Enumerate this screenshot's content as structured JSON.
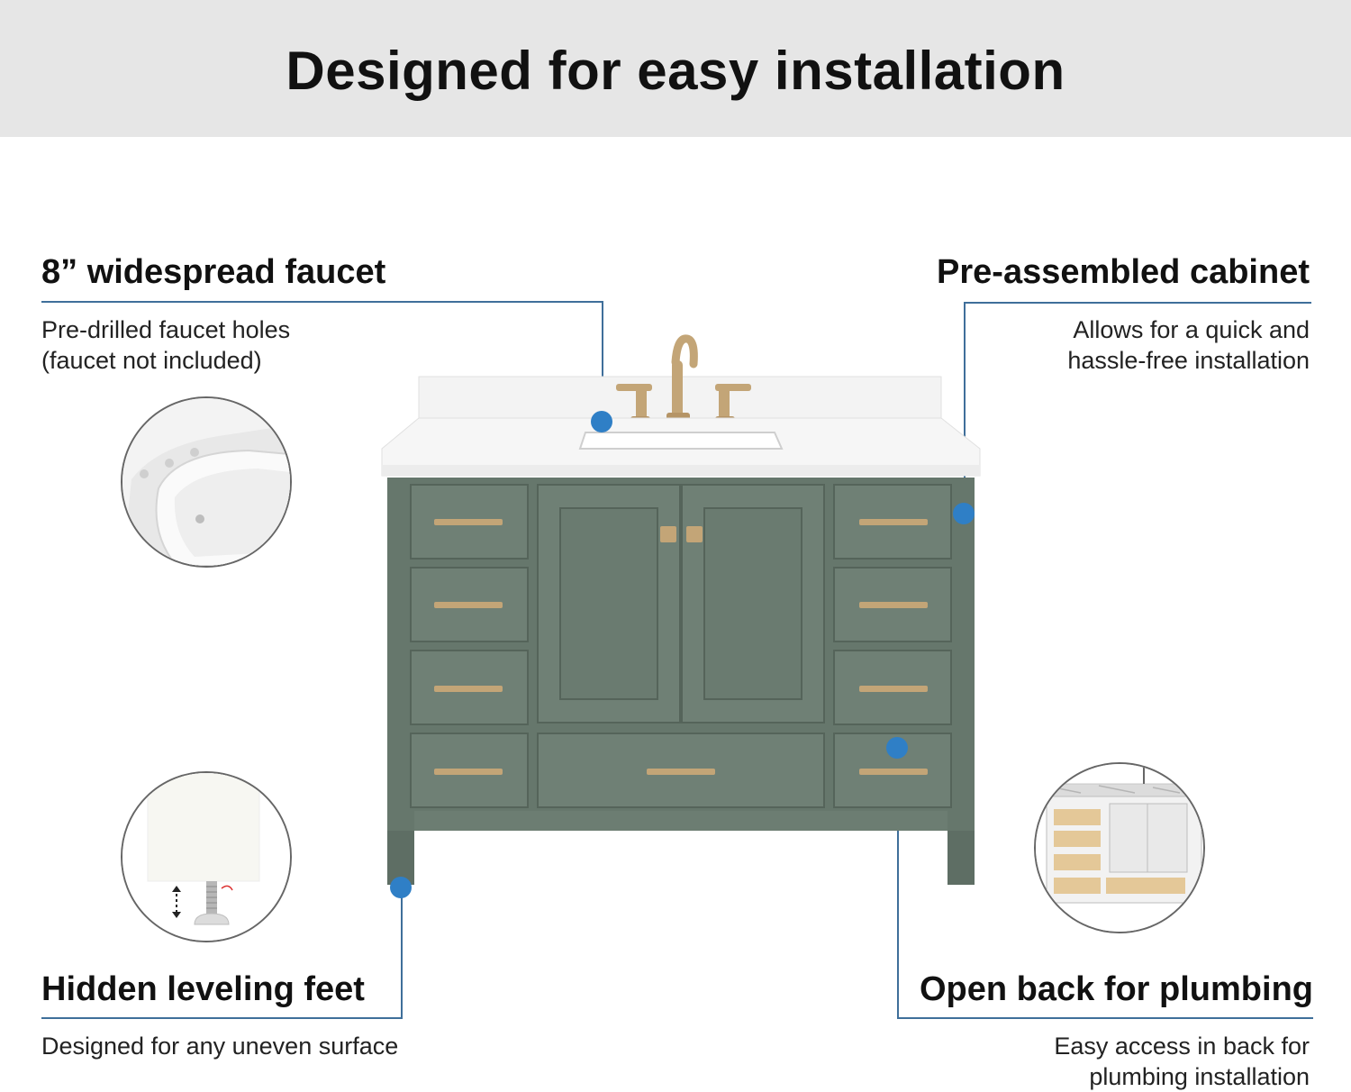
{
  "header": {
    "title": "Designed for easy installation"
  },
  "features": [
    {
      "title": "8” widespread faucet",
      "description_lines": [
        "Pre-drilled faucet holes",
        "(faucet not included)"
      ]
    },
    {
      "title": "Pre-assembled cabinet",
      "description_lines": [
        "Allows for  a quick and",
        "hassle-free installation"
      ]
    },
    {
      "title": "Hidden leveling feet",
      "description_lines": [
        "Designed for any uneven surface"
      ]
    },
    {
      "title": "Open back for plumbing",
      "description_lines": [
        "Easy access in back for",
        "plumbing installation"
      ]
    }
  ],
  "colors": {
    "banner": "#e6e6e6",
    "callout_line": "#3f6f9a",
    "callout_dot": "#2f7fc6",
    "cabinet": "#66776c",
    "hardware": "#c3a577",
    "countertop": "#f6f6f6"
  }
}
